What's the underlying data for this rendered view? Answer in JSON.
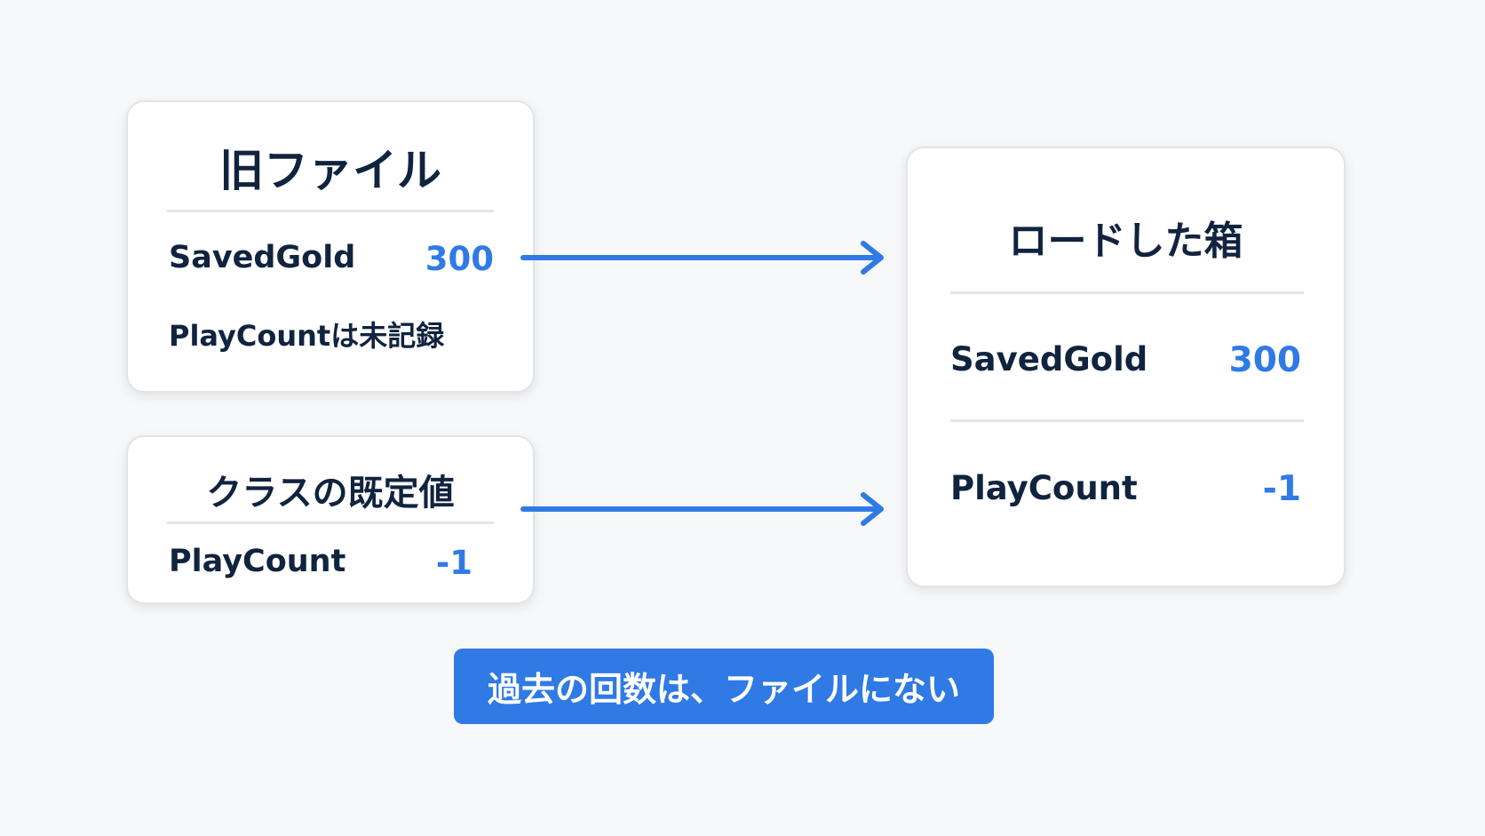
{
  "old_file": {
    "title": "旧ファイル",
    "saved_gold_label": "SavedGold",
    "saved_gold_value": "300",
    "play_count_note": "PlayCountは未記録"
  },
  "class_default": {
    "title": "クラスの既定値",
    "play_count_label": "PlayCount",
    "play_count_value": "-1"
  },
  "loaded_box": {
    "title": "ロードした箱",
    "saved_gold_label": "SavedGold",
    "saved_gold_value": "300",
    "play_count_label": "PlayCount",
    "play_count_value": "-1"
  },
  "banner": {
    "text": "過去の回数は、ファイルにない"
  },
  "colors": {
    "accent": "#2f7ae5",
    "text": "#10233f",
    "background": "#f7f8f9"
  }
}
